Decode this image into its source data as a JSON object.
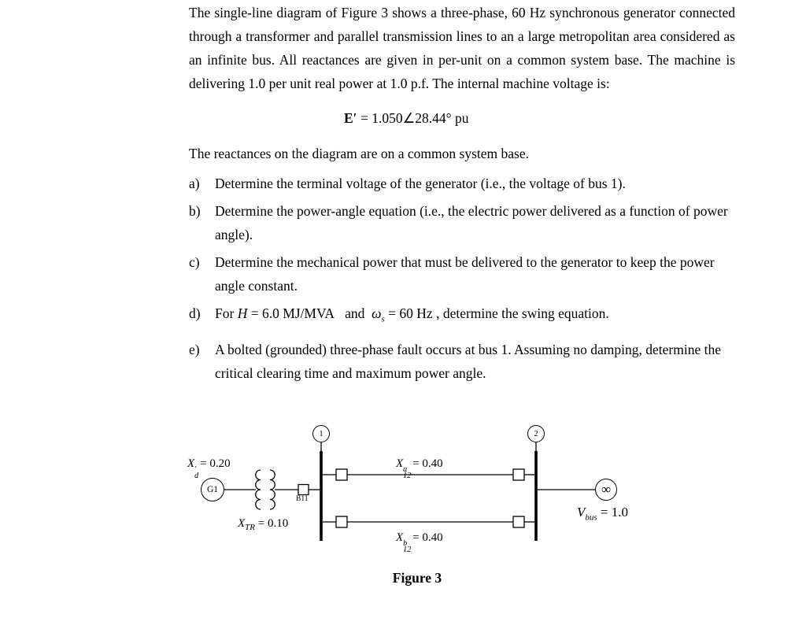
{
  "page": {
    "background": "#ffffff",
    "text_color": "#000000"
  },
  "document": {
    "intro": "The single-line diagram of Figure 3 shows a three-phase, 60 Hz synchronous generator connected through a transformer and parallel transmission lines to an a large metropolitan area considered as an infinite bus. All reactances are given in per-unit on a common system base. The machine is delivering 1.0 per unit real power at 1.0 p.f. The internal machine voltage is:",
    "equation": {
      "lhs": "E′",
      "rhs": " = 1.050∠28.44° pu"
    },
    "reactance_note": "The reactances on the diagram are on a common system base.",
    "items": [
      {
        "label": "a)",
        "text": "Determine the terminal voltage of the generator (i.e., the voltage of bus 1)."
      },
      {
        "label": "b)",
        "text": "Determine the power-angle equation (i.e., the electric power delivered as a function of power angle)."
      },
      {
        "label": "c)",
        "text": "Determine the mechanical power that must be delivered to the generator to keep the power angle constant."
      },
      {
        "label": "d)",
        "pre": "For ",
        "var1": "H",
        "mid": " = 6.0 MJ/MVA   and  ",
        "var2": "ω",
        "var2_sub": "s",
        "post": " = 60 Hz , determine the swing equation."
      },
      {
        "label": "e)",
        "text": "A bolted (grounded) three-phase fault occurs at bus 1. Assuming no damping, determine the critical clearing time and maximum power angle."
      }
    ],
    "figure_caption": "Figure 3"
  },
  "diagram": {
    "bus1": "1",
    "bus2": "2",
    "generator": "G1",
    "infinite_bus": "∞",
    "breaker": "B11",
    "labels": {
      "xd": {
        "base": "X",
        "sup": "′",
        "sub": "d",
        "value": "= 0.20"
      },
      "xtr": {
        "base": "X",
        "sub": "TR",
        "value": "= 0.10"
      },
      "x12a": {
        "base": "X",
        "sup": "a",
        "sub": "12",
        "value": "= 0.40"
      },
      "x12b": {
        "base": "X",
        "sup": "b",
        "sub": "12",
        "value": "= 0.40"
      },
      "vbus": {
        "base": "V",
        "sub": "bus",
        "value": "= 1.0"
      }
    }
  }
}
